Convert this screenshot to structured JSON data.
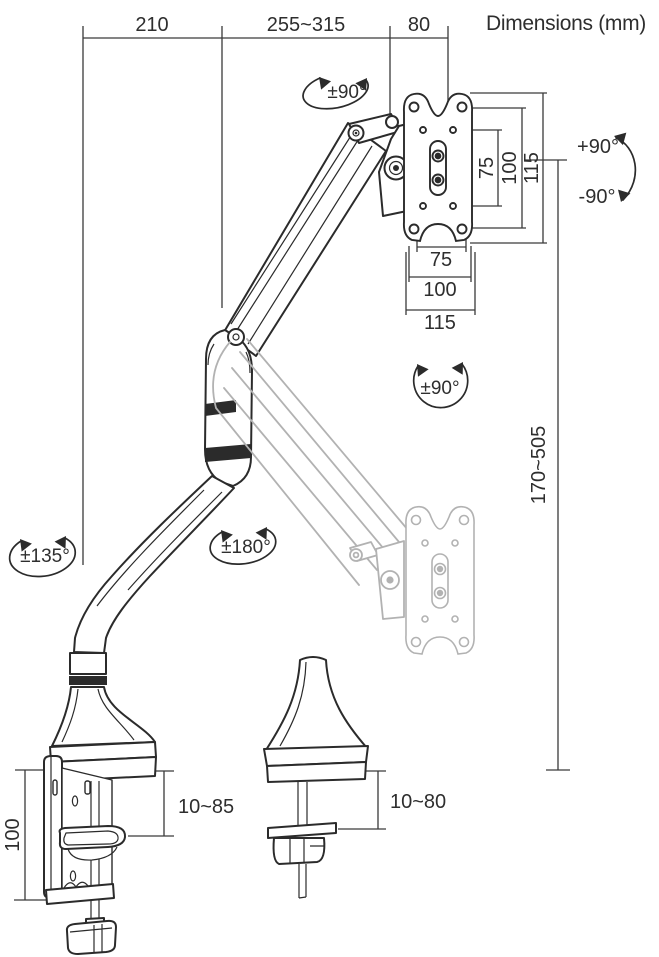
{
  "title": "Dimensions (mm)",
  "dims": {
    "top_left": "210",
    "top_middle": "255~315",
    "top_right": "80",
    "vesa_vertical": [
      "75",
      "100",
      "115"
    ],
    "vesa_horizontal": [
      "75",
      "100",
      "115"
    ],
    "height_range": "170~505",
    "clamp_height": "100",
    "clamp_range": "10~85",
    "grommet_range": "10~80"
  },
  "angles": {
    "head_swivel": "±90°",
    "tilt_up": "+90°",
    "tilt_down": "-90°",
    "vesa_rotation": "±90°",
    "base_swivel": "±135°",
    "arm_swivel": "±180°"
  },
  "colors": {
    "ink": "#2b2b2b",
    "ghost": "#b2b2b2",
    "dim_line": "#3a3a3a",
    "background": "#ffffff"
  }
}
